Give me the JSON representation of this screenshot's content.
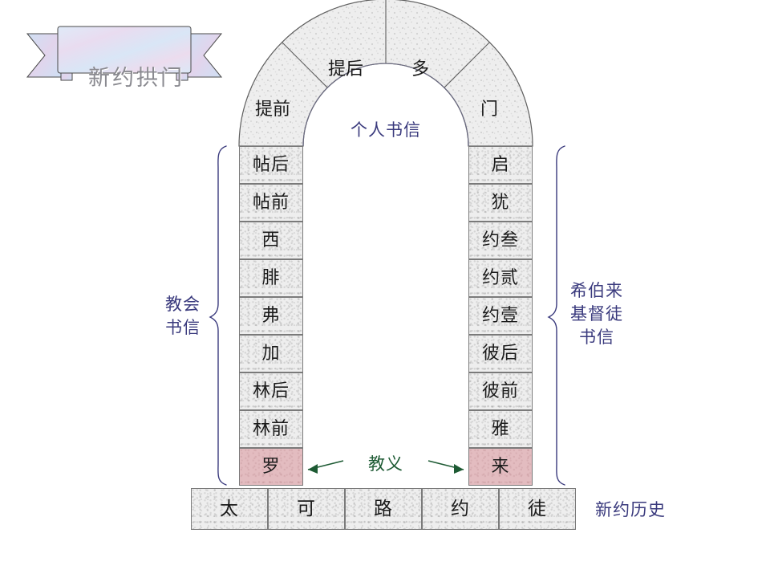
{
  "banner": {
    "title": "新约拱门",
    "fill_light": "#dce9f7",
    "fill_pink": "#e8d9ee",
    "text_color": "#8a8a90"
  },
  "colors": {
    "stone": "#eeeeee",
    "stone_border": "#7a7a7a",
    "pink_stone": "#e3bcc0",
    "label_blue": "#3a3a7d",
    "doctrine_green": "#1d5a33",
    "brace": "#3a3a7d"
  },
  "arch": {
    "inner_label": "个人书信",
    "voussoirs": [
      {
        "label": "提前"
      },
      {
        "label": "提后"
      },
      {
        "label": "多"
      },
      {
        "label": "门"
      }
    ]
  },
  "left_column": {
    "brace_label_lines": [
      "教会",
      "书信"
    ],
    "stones": [
      {
        "label": "帖后",
        "highlight": false
      },
      {
        "label": "帖前",
        "highlight": false
      },
      {
        "label": "西",
        "highlight": false
      },
      {
        "label": "腓",
        "highlight": false
      },
      {
        "label": "弗",
        "highlight": false
      },
      {
        "label": "加",
        "highlight": false
      },
      {
        "label": "林后",
        "highlight": false
      },
      {
        "label": "林前",
        "highlight": false
      },
      {
        "label": "罗",
        "highlight": true
      }
    ]
  },
  "right_column": {
    "brace_label_lines": [
      "希伯来",
      "基督徒",
      "书信"
    ],
    "stones": [
      {
        "label": "启",
        "highlight": false
      },
      {
        "label": "犹",
        "highlight": false
      },
      {
        "label": "约叁",
        "highlight": false
      },
      {
        "label": "约贰",
        "highlight": false
      },
      {
        "label": "约壹",
        "highlight": false
      },
      {
        "label": "彼后",
        "highlight": false
      },
      {
        "label": "彼前",
        "highlight": false
      },
      {
        "label": "雅",
        "highlight": false
      },
      {
        "label": "来",
        "highlight": true
      }
    ]
  },
  "base": {
    "label": "新约历史",
    "stones": [
      {
        "label": "太"
      },
      {
        "label": "可"
      },
      {
        "label": "路"
      },
      {
        "label": "约"
      },
      {
        "label": "徒"
      }
    ]
  },
  "doctrine": {
    "label": "教义"
  }
}
